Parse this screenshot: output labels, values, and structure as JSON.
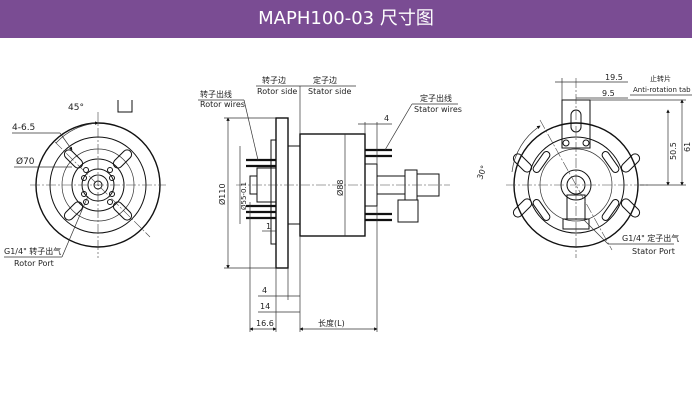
{
  "header": {
    "title": "MAPH100-03 尺寸图",
    "bg_color": "#7a4c93",
    "text_color": "#ffffff"
  },
  "front_view": {
    "angle_45": "45°",
    "slot_dim": "4-6.5",
    "dia_70": "Ø70",
    "port_cn": "G1/4\" 转子出气",
    "port_en": "Rotor Port"
  },
  "side_view": {
    "rotor_side_cn": "转子边",
    "rotor_side_en": "Rotor side",
    "stator_side_cn": "定子边",
    "stator_side_en": "Stator side",
    "rotor_wires_cn": "转子出线",
    "rotor_wires_en": "Rotor wires",
    "stator_wires_cn": "定子出线",
    "stator_wires_en": "Stator wires",
    "dim_4_top": "4",
    "dia_110": "Ø110",
    "dia_55": "Ø55-0.1",
    "dia_88": "Ø88",
    "dim_1": "1",
    "dim_4_bottom": "4",
    "dim_14": "14",
    "dim_16_6": "16.6",
    "length_label": "长度(L)"
  },
  "rear_view": {
    "tab_cn": "止转片",
    "tab_en": "Anti-rotation tab",
    "dim_19_5": "19.5",
    "dim_9_5": "9.5",
    "dim_50_5": "50.5",
    "dim_61": "61",
    "angle_30": "30°",
    "port_cn": "G1/4\" 定子出气",
    "port_en": "Stator Port"
  }
}
